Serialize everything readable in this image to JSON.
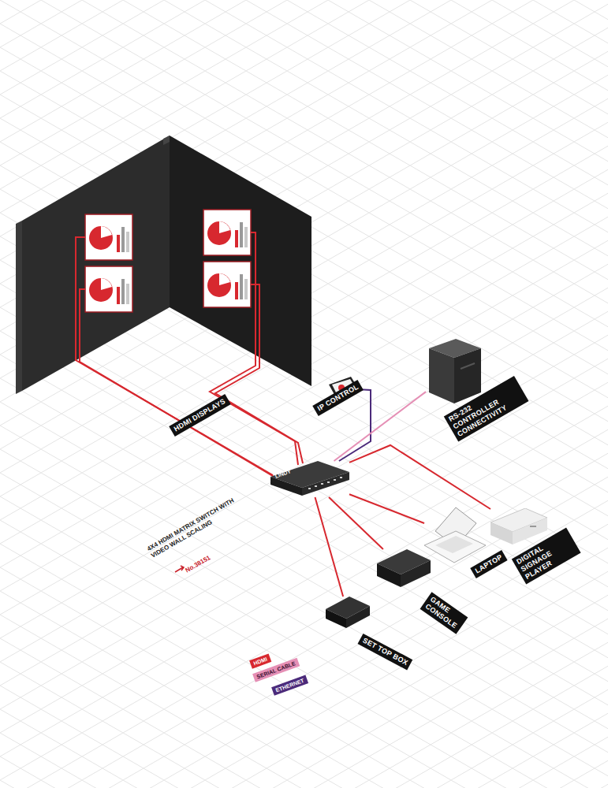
{
  "diagram": {
    "nodes": [
      {
        "text": [
          "HDMI DISPLAYS"
        ]
      },
      {
        "text": [
          "IP CONTROL"
        ]
      },
      {
        "text": [
          "RS-232 CONTROLLER CONNECTIVITY"
        ]
      },
      {
        "text": [
          "LINDY"
        ]
      },
      {
        "text": [
          "DIGITAL SIGNAGE PLAYER"
        ]
      },
      {
        "text": [
          "LAPTOP"
        ]
      },
      {
        "text": [
          "GAME CONSOLE"
        ]
      },
      {
        "text": [
          "SET TOP BOX"
        ]
      }
    ],
    "edges": [
      {
        "from": 3,
        "to": 1,
        "arrow": "none"
      },
      {
        "from": 3,
        "to": 2,
        "arrow": "none"
      },
      {
        "from": 3,
        "to": 4,
        "arrow": "none"
      },
      {
        "from": 3,
        "to": 5,
        "arrow": "none"
      },
      {
        "from": 3,
        "to": 6,
        "arrow": "none"
      },
      {
        "from": 3,
        "to": 7,
        "arrow": "none"
      }
    ],
    "labels": [
      "4X4 HDMI MATRIX SWITCH WITH VIDEO WALL SCALING",
      "No.38151"
    ],
    "legend": [
      {
        "text": "HDMI",
        "color": "#d7282f"
      },
      {
        "text": "SERIAL CABLE",
        "color": "#e58fb5"
      },
      {
        "text": "ETHERNET",
        "color": "#4b2a7a"
      }
    ]
  }
}
